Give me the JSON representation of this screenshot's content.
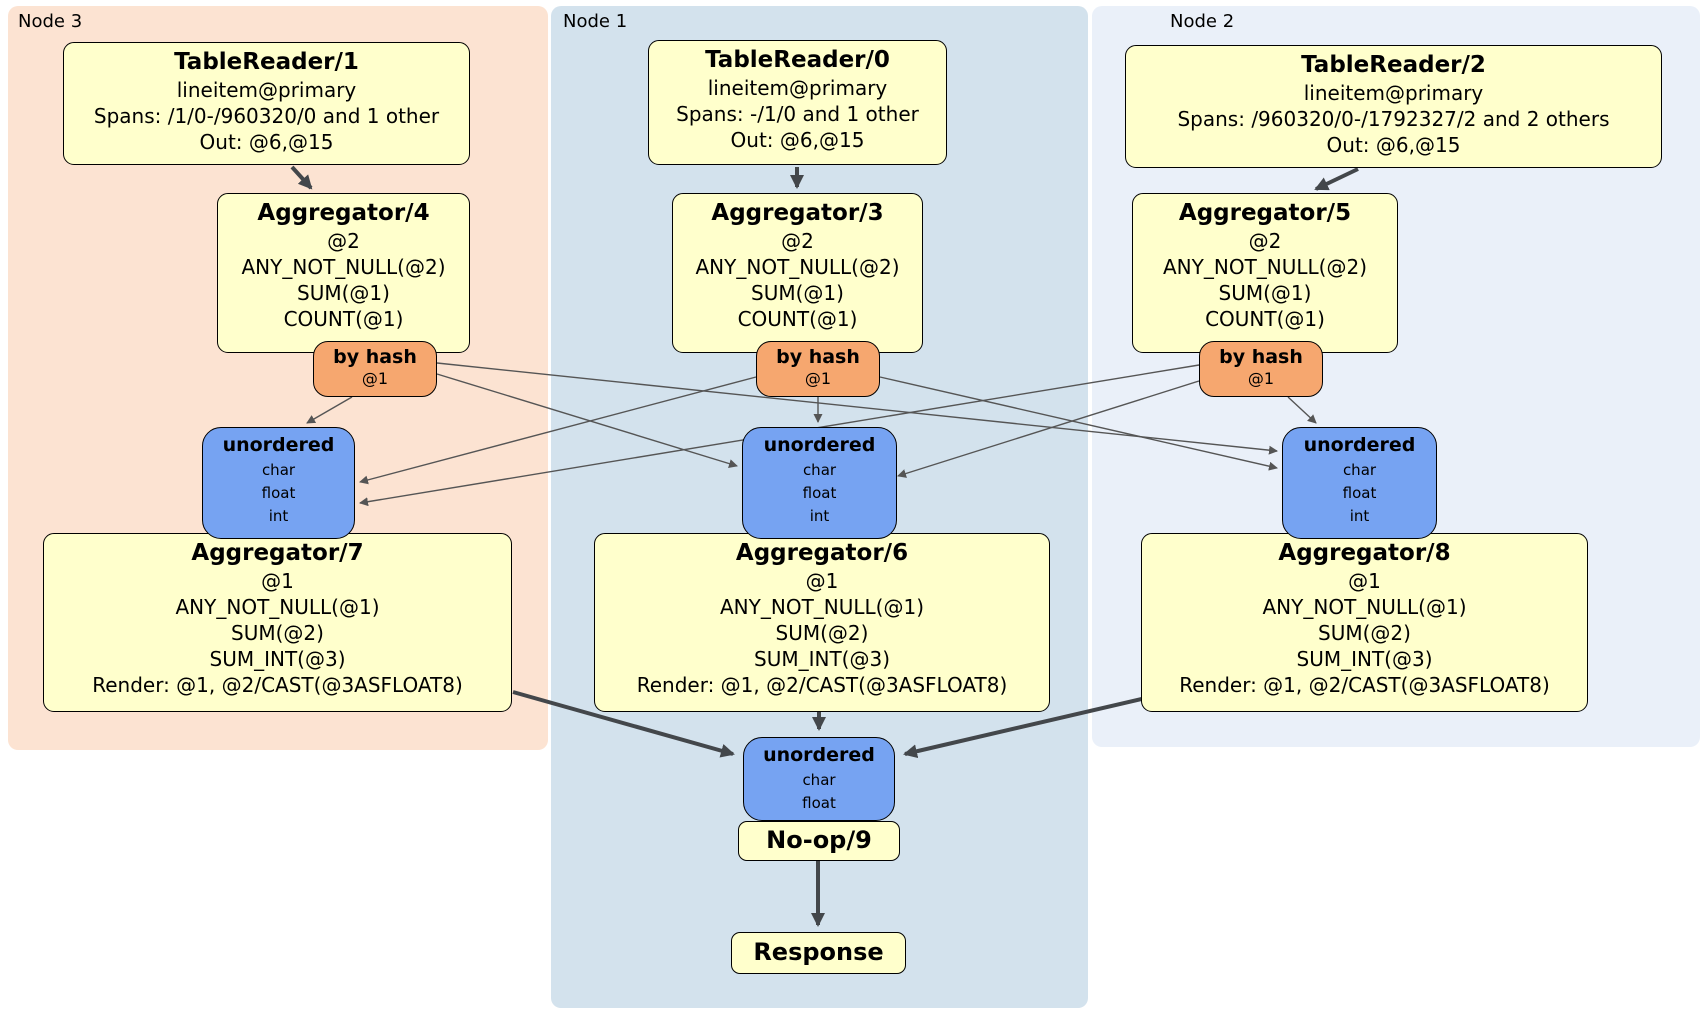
{
  "diagram_type": "distributed-sql-plan",
  "nodes": [
    {
      "label": "Node 3"
    },
    {
      "label": "Node 1"
    },
    {
      "label": "Node 2"
    }
  ],
  "boxes": {
    "tr1": {
      "title": "TableReader/1",
      "lines": [
        "lineitem@primary",
        "Spans: /1/0-/960320/0 and 1 other",
        "Out: @6,@15"
      ]
    },
    "tr0": {
      "title": "TableReader/0",
      "lines": [
        "lineitem@primary",
        "Spans: -/1/0 and 1 other",
        "Out: @6,@15"
      ]
    },
    "tr2": {
      "title": "TableReader/2",
      "lines": [
        "lineitem@primary",
        "Spans: /960320/0-/1792327/2 and 2 others",
        "Out: @6,@15"
      ]
    },
    "agg4": {
      "title": "Aggregator/4",
      "lines": [
        "@2",
        "ANY_NOT_NULL(@2)",
        "SUM(@1)",
        "COUNT(@1)"
      ]
    },
    "agg3": {
      "title": "Aggregator/3",
      "lines": [
        "@2",
        "ANY_NOT_NULL(@2)",
        "SUM(@1)",
        "COUNT(@1)"
      ]
    },
    "agg5": {
      "title": "Aggregator/5",
      "lines": [
        "@2",
        "ANY_NOT_NULL(@2)",
        "SUM(@1)",
        "COUNT(@1)"
      ]
    },
    "agg7": {
      "title": "Aggregator/7",
      "lines": [
        "@1",
        "ANY_NOT_NULL(@1)",
        "SUM(@2)",
        "SUM_INT(@3)",
        "Render: @1, @2/CAST(@3ASFLOAT8)"
      ]
    },
    "agg6": {
      "title": "Aggregator/6",
      "lines": [
        "@1",
        "ANY_NOT_NULL(@1)",
        "SUM(@2)",
        "SUM_INT(@3)",
        "Render: @1, @2/CAST(@3ASFLOAT8)"
      ]
    },
    "agg8": {
      "title": "Aggregator/8",
      "lines": [
        "@1",
        "ANY_NOT_NULL(@1)",
        "SUM(@2)",
        "SUM_INT(@3)",
        "Render: @1, @2/CAST(@3ASFLOAT8)"
      ]
    },
    "router3": {
      "title": "by hash",
      "lines": [
        "@1"
      ]
    },
    "router1": {
      "title": "by hash",
      "lines": [
        "@1"
      ]
    },
    "router2": {
      "title": "by hash",
      "lines": [
        "@1"
      ]
    },
    "sync3": {
      "title": "unordered",
      "lines": [
        "char",
        "float",
        "int"
      ]
    },
    "sync1": {
      "title": "unordered",
      "lines": [
        "char",
        "float",
        "int"
      ]
    },
    "sync2": {
      "title": "unordered",
      "lines": [
        "char",
        "float",
        "int"
      ]
    },
    "syncFinal": {
      "title": "unordered",
      "lines": [
        "char",
        "float"
      ]
    },
    "noop": {
      "title": "No-op/9"
    },
    "response": {
      "title": "Response"
    }
  },
  "colors": {
    "node3_band": "#fce3d2",
    "node1_band": "#d3e2ed",
    "node2_band": "#eaf0f9",
    "processor_fill": "#ffffcc",
    "router_fill": "#f6a76f",
    "sync_fill": "#76a3f2",
    "box_border": "#000000",
    "edge_thick": "#43474b",
    "edge_thin": "#555555"
  }
}
